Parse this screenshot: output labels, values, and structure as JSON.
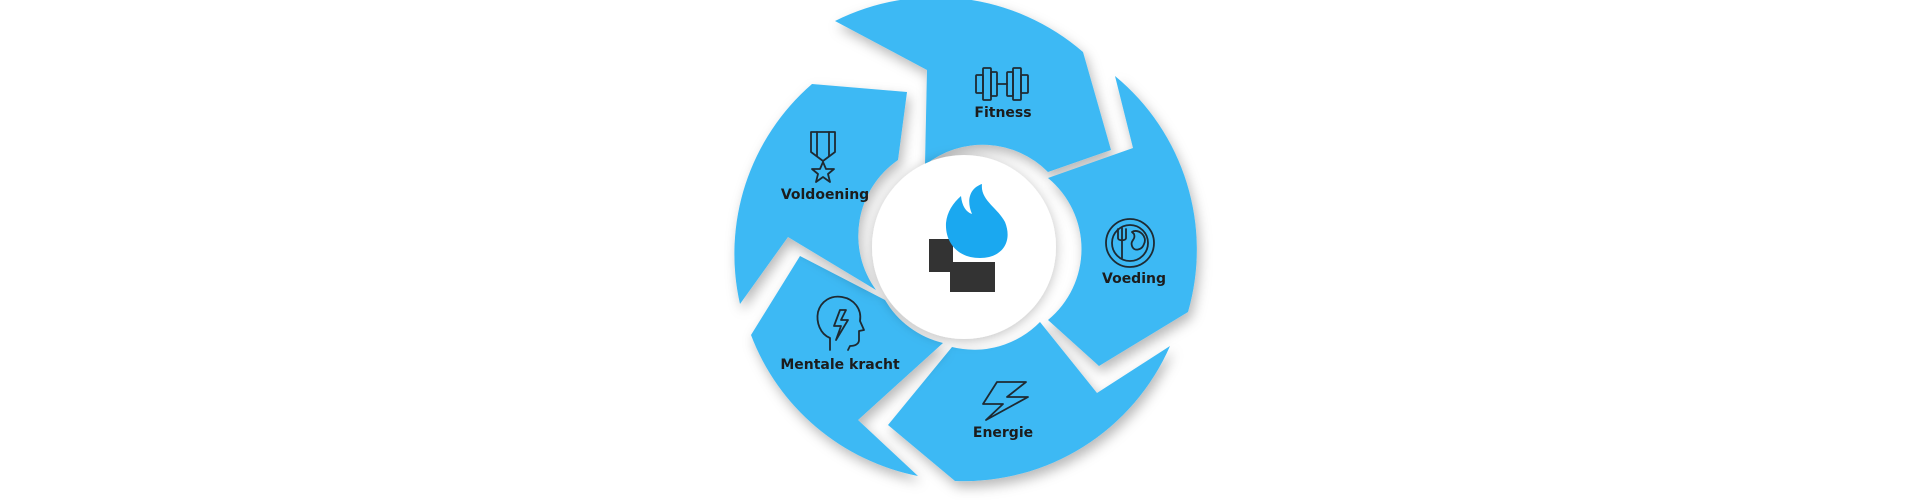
{
  "diagram": {
    "segments": [
      {
        "id": "fitness",
        "label": "Fitness",
        "icon": "dumbbell-icon"
      },
      {
        "id": "voeding",
        "label": "Voeding",
        "icon": "food-plate-icon"
      },
      {
        "id": "energie",
        "label": "Energie",
        "icon": "lightning-bolt-icon"
      },
      {
        "id": "mentale-kracht",
        "label": "Mentale kracht",
        "icon": "head-lightning-icon"
      },
      {
        "id": "voldoening",
        "label": "Voldoening",
        "icon": "medal-icon"
      }
    ],
    "center_logo": "flame-logo-icon",
    "colors": {
      "segment_fill": "#3db9f4",
      "flame": "#1aa8f0",
      "logo_dark": "#333333",
      "icon_stroke": "#1e2a32"
    }
  }
}
